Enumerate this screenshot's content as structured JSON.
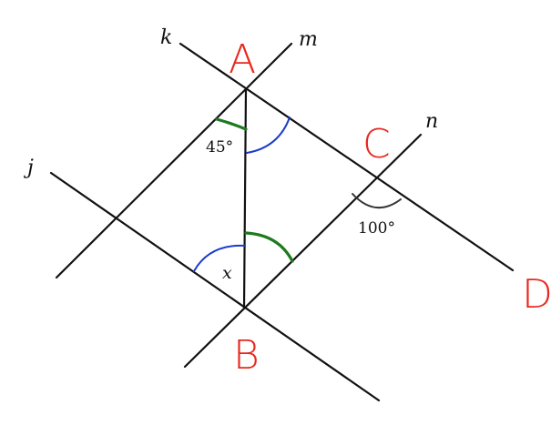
{
  "colors": {
    "ink": "#111111",
    "point_label": "#e8281e",
    "arc_blue": "#1a3ccc",
    "arc_green": "#1e7a1e",
    "arc_black": "#333333"
  },
  "lines": {
    "k": "k",
    "m": "m",
    "n": "n",
    "j": "j"
  },
  "points": {
    "A": "A",
    "B": "B",
    "C": "C",
    "D": "D"
  },
  "angles": {
    "at_A": "45°",
    "at_C": "100°",
    "at_B": "x"
  }
}
